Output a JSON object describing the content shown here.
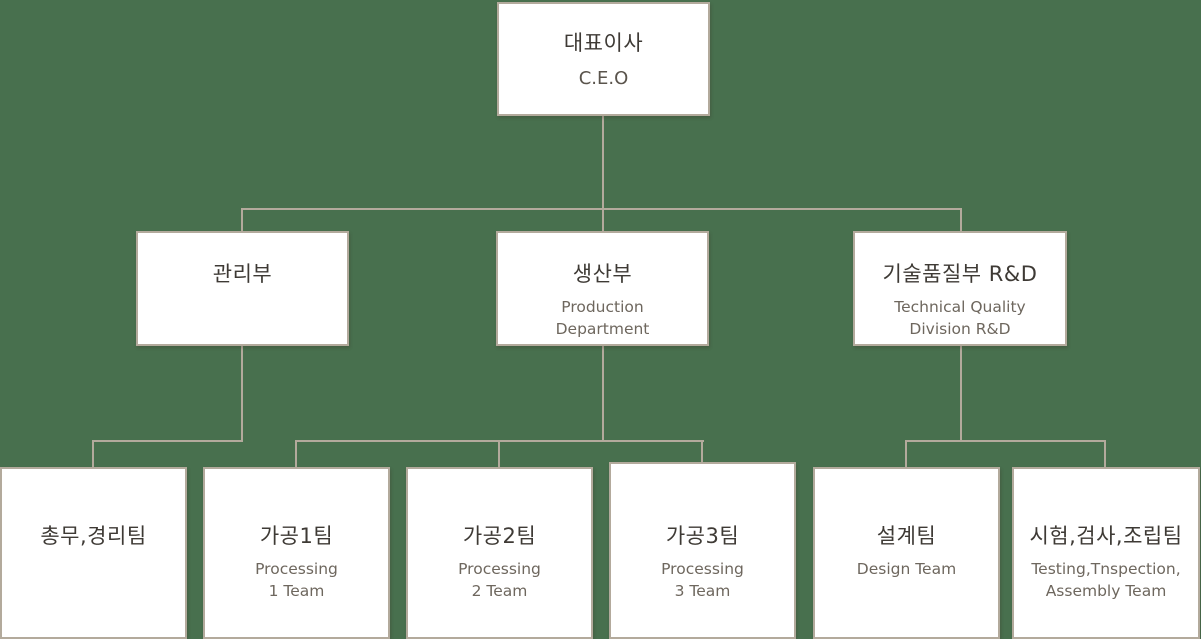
{
  "colors": {
    "background": "#48704e",
    "box_background": "#ffffff",
    "connector": "#b3aa9c",
    "title_text": "#3e3a35",
    "subtitle_text": "#6e675e",
    "ceo_subtitle_text": "#5a544c"
  },
  "org_chart": {
    "root": {
      "title": "대표이사",
      "subtitle": "C.E.O"
    },
    "departments": [
      {
        "title": "관리부",
        "subtitle": ""
      },
      {
        "title": "생산부",
        "subtitle": "Production\nDepartment"
      },
      {
        "title": "기술품질부 R&D",
        "subtitle": "Technical Quality\nDivision R&D"
      }
    ],
    "teams": [
      {
        "title": "총무,경리팀",
        "subtitle": ""
      },
      {
        "title": "가공1팀",
        "subtitle": "Processing\n1 Team"
      },
      {
        "title": "가공2팀",
        "subtitle": "Processing\n2 Team"
      },
      {
        "title": "가공3팀",
        "subtitle": "Processing\n3 Team"
      },
      {
        "title": "설계팀",
        "subtitle": "Design Team"
      },
      {
        "title": "시험,검사,조립팀",
        "subtitle": "Testing,Tnspection,\nAssembly Team"
      }
    ]
  }
}
